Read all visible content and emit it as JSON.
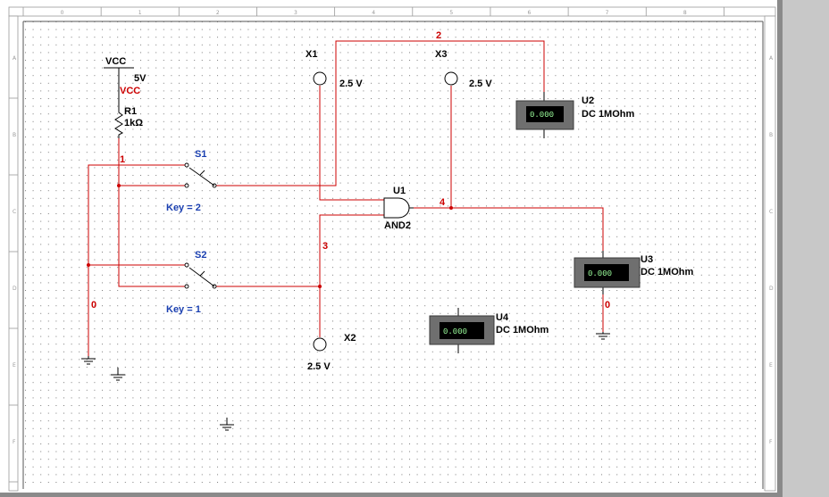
{
  "colors": {
    "wire": "#cc0000",
    "component": "#000000",
    "key_label": "#1a3fb0",
    "vcc_label": "#cc0000",
    "meter_body": "#6f6f6f",
    "meter_display_bg": "#000000",
    "meter_text": "#9cff9c"
  },
  "ruler": {
    "top_numbers": [
      "0",
      "1",
      "2",
      "3",
      "4",
      "5",
      "6",
      "7",
      "8"
    ],
    "side_letters": [
      "A",
      "B",
      "C",
      "D",
      "E",
      "F"
    ]
  },
  "power": {
    "name": "VCC",
    "voltage": "5V",
    "net_label": "VCC"
  },
  "resistor": {
    "ref": "R1",
    "value": "1kΩ"
  },
  "switches": [
    {
      "ref": "S1",
      "key_label": "Key = 2"
    },
    {
      "ref": "S2",
      "key_label": "Key = 1"
    }
  ],
  "gate": {
    "ref": "U1",
    "type": "AND2"
  },
  "probes": [
    {
      "ref": "X1",
      "voltage": "2.5 V"
    },
    {
      "ref": "X2",
      "voltage": "2.5 V"
    },
    {
      "ref": "X3",
      "voltage": "2.5 V"
    }
  ],
  "meters": [
    {
      "ref": "U2",
      "reading": "0.000",
      "mode": "DC  1MOhm"
    },
    {
      "ref": "U3",
      "reading": "0.000",
      "mode": "DC  1MOhm"
    },
    {
      "ref": "U4",
      "reading": "0.000",
      "mode": "DC  1MOhm"
    }
  ],
  "nets": [
    "1",
    "2",
    "3",
    "4",
    "0",
    "0"
  ]
}
